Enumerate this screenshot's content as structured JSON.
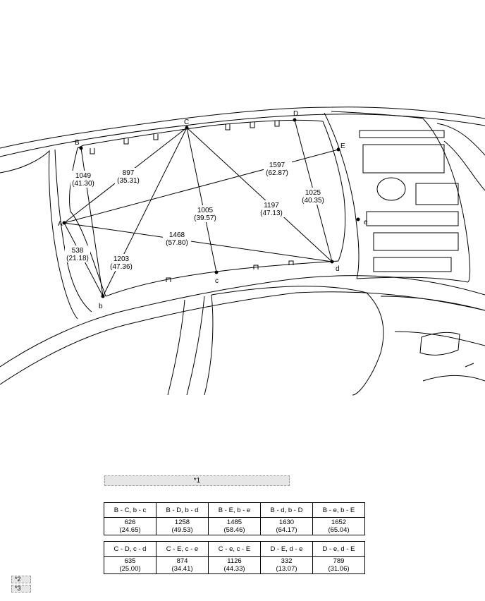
{
  "points": {
    "A": "A",
    "B": "B",
    "C": "C",
    "D": "D",
    "E": "E",
    "b": "b",
    "c": "c",
    "d": "d",
    "e": "e"
  },
  "measurements": [
    {
      "id": "B-b",
      "value": "1049",
      "inch": "(41.30)"
    },
    {
      "id": "A-C",
      "value": "897",
      "inch": "(35.31)"
    },
    {
      "id": "A-E",
      "value": "1597",
      "inch": "(62.87)"
    },
    {
      "id": "C-c",
      "value": "1005",
      "inch": "(39.57)"
    },
    {
      "id": "C-d",
      "value": "1197",
      "inch": "(47.13)"
    },
    {
      "id": "D-d",
      "value": "1025",
      "inch": "(40.35)"
    },
    {
      "id": "A-d",
      "value": "1468",
      "inch": "(57.80)"
    },
    {
      "id": "A-b",
      "value": "538",
      "inch": "(21.18)"
    },
    {
      "id": "C-b",
      "value": "1203",
      "inch": "(47.36)"
    }
  ],
  "callout_main": "*1",
  "table1": [
    {
      "header": "B - C, b - c",
      "value": "626",
      "inch": "(24.65)"
    },
    {
      "header": "B - D, b - d",
      "value": "1258",
      "inch": "(49.53)"
    },
    {
      "header": "B - E, b - e",
      "value": "1485",
      "inch": "(58.46)"
    },
    {
      "header": "B - d, b - D",
      "value": "1630",
      "inch": "(64.17)"
    },
    {
      "header": "B - e, b - E",
      "value": "1652",
      "inch": "(65.04)"
    }
  ],
  "table2": [
    {
      "header": "C - D, c - d",
      "value": "635",
      "inch": "(25.00)"
    },
    {
      "header": "C - E, c - e",
      "value": "874",
      "inch": "(34.41)"
    },
    {
      "header": "C - e, c - E",
      "value": "1126",
      "inch": "(44.33)"
    },
    {
      "header": "D - E, d - e",
      "value": "332",
      "inch": "(13.07)"
    },
    {
      "header": "D - e, d - E",
      "value": "789",
      "inch": "(31.06)"
    }
  ],
  "notes": [
    "*2",
    "*3"
  ]
}
